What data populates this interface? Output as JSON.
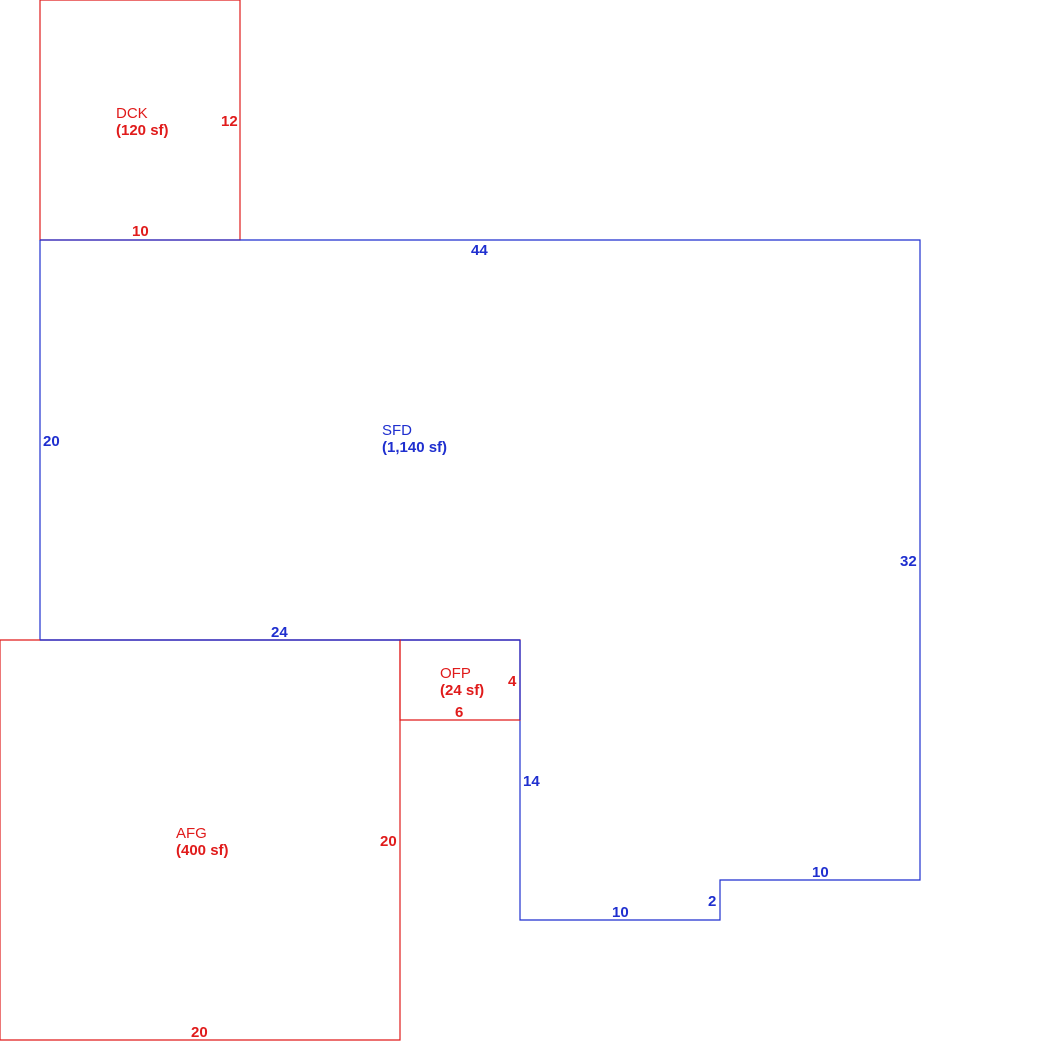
{
  "colors": {
    "living": "#1f2fcf",
    "other": "#e01b1b",
    "background": "#ffffff"
  },
  "areas": {
    "dck": {
      "code": "DCK",
      "area": "(120 sf)"
    },
    "sfd": {
      "code": "SFD",
      "area": "(1,140 sf)"
    },
    "ofp": {
      "code": "OFP",
      "area": "(24 sf)"
    },
    "afg": {
      "code": "AFG",
      "area": "(400 sf)"
    }
  },
  "dimensions": {
    "dck_side": "12",
    "dck_bottom": "10",
    "sfd_top": "44",
    "sfd_left": "20",
    "sfd_right": "32",
    "sfd_bottom_left": "24",
    "sfd_notch_side": "14",
    "sfd_bottom_mid": "10",
    "sfd_step": "2",
    "sfd_bottom_right": "10",
    "ofp_side": "4",
    "ofp_bottom": "6",
    "afg_side": "20",
    "afg_bottom": "20"
  }
}
